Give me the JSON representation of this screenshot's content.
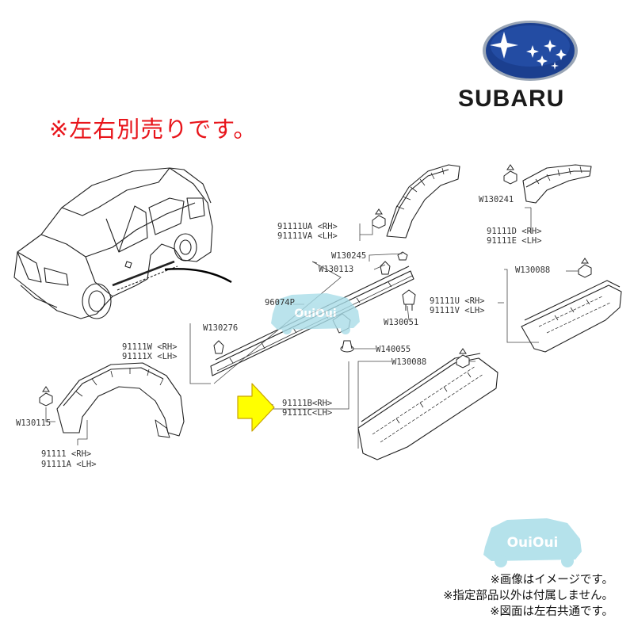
{
  "notice": "※左右別売りです。",
  "brand": {
    "name": "SUBARU",
    "logo_icon": "subaru-pleiades-logo"
  },
  "watermark": {
    "text": "OuiOui"
  },
  "callouts": {
    "w130245": "W130245",
    "w130113": "W130113",
    "p96074p": "96074P",
    "w130276": "W130276",
    "w130051": "W130051",
    "w140055": "W140055",
    "w130088_a": "W130088",
    "w130088_b": "W130088",
    "w130241": "W130241",
    "w130115": "W130115",
    "p91111ua": "91111UA <RH>",
    "p91111va": "91111VA <LH>",
    "p91111d": "91111D <RH>",
    "p91111e": "91111E <LH>",
    "p91111u": "91111U <RH>",
    "p91111v": "91111V <LH>",
    "p91111w": "91111W <RH>",
    "p91111x": "91111X <LH>",
    "p91111b": "91111B<RH>",
    "p91111c": "91111C<LH>",
    "p91111": "91111  <RH>",
    "p91111a": "91111A <LH>"
  },
  "footnotes": {
    "line1": "※画像はイメージです。",
    "line2": "※指定部品以外は付属しません。",
    "line3": "※図面は左右共通です。"
  },
  "colors": {
    "notice": "#e8151b",
    "arrow_fill": "#ffff00",
    "arrow_stroke": "#c8a200",
    "logo_blue": "#1b3f8f",
    "watermark": "#a9dde8"
  }
}
